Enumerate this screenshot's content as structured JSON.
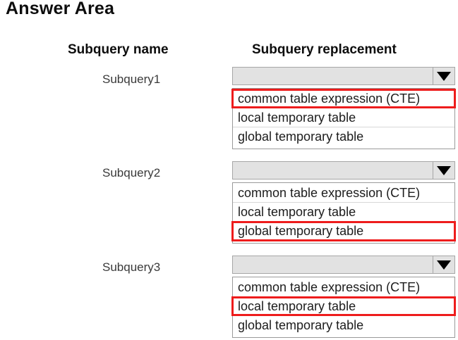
{
  "page": {
    "title": "Answer Area"
  },
  "table": {
    "headers": {
      "name_column": "Subquery name",
      "replacement_column": "Subquery replacement"
    },
    "rows": [
      {
        "name": "Subquery1",
        "combo_value": "",
        "arrow_icon": "chevron-down-icon",
        "options": [
          "common table expression (CTE)",
          "local temporary table",
          "global temporary table"
        ],
        "selected_index": 0,
        "selected_value": "common table expression (CTE)"
      },
      {
        "name": "Subquery2",
        "combo_value": "",
        "arrow_icon": "chevron-down-icon",
        "options": [
          "common table expression (CTE)",
          "local temporary table",
          "global temporary table"
        ],
        "selected_index": 2,
        "selected_value": "global temporary table"
      },
      {
        "name": "Subquery3",
        "combo_value": "",
        "arrow_icon": "chevron-down-icon",
        "options": [
          "common table expression (CTE)",
          "local temporary table",
          "global temporary table"
        ],
        "selected_index": 1,
        "selected_value": "local temporary table"
      }
    ]
  },
  "colors": {
    "highlight": "#ee1c1c",
    "combo_face": "#e2e2e2",
    "border": "#a6a6a6",
    "text": "#1c1c1c"
  }
}
